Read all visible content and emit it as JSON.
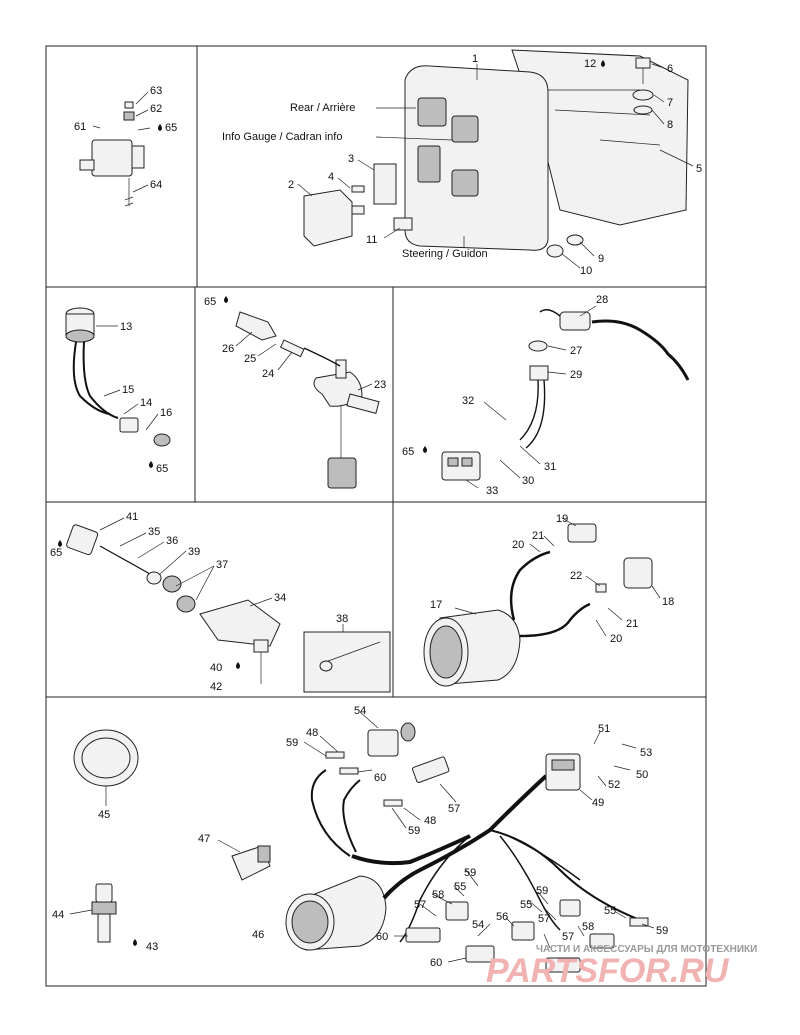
{
  "labels": {
    "rear": "Rear / Arrière",
    "info_gauge": "Info Gauge / Cadran info",
    "steering": "Steering / Guidon"
  },
  "callouts": {
    "c1": "1",
    "c2": "2",
    "c3": "3",
    "c4": "4",
    "c5": "5",
    "c6": "6",
    "c7": "7",
    "c8": "8",
    "c9": "9",
    "c10": "10",
    "c11": "11",
    "c12": "12",
    "c13": "13",
    "c14": "14",
    "c15": "15",
    "c16": "16",
    "c17": "17",
    "c18": "18",
    "c19": "19",
    "c20": "20",
    "c21": "21",
    "c22": "22",
    "c23": "23",
    "c24": "24",
    "c25": "25",
    "c26": "26",
    "c27": "27",
    "c28": "28",
    "c29": "29",
    "c30": "30",
    "c31": "31",
    "c32": "32",
    "c33": "33",
    "c34": "34",
    "c35": "35",
    "c36": "36",
    "c37": "37",
    "c38": "38",
    "c39": "39",
    "c40": "40",
    "c41": "41",
    "c42": "42",
    "c43": "43",
    "c44": "44",
    "c45": "45",
    "c46": "46",
    "c47": "47",
    "c48": "48",
    "c49": "49",
    "c50": "50",
    "c51": "51",
    "c52": "52",
    "c53": "53",
    "c54": "54",
    "c55": "55",
    "c56": "56",
    "c57": "57",
    "c58": "58",
    "c59": "59",
    "c60": "60",
    "c61": "61",
    "c62": "62",
    "c63": "63",
    "c64": "64",
    "c65": "65"
  },
  "watermark": {
    "top_text": "ЧАСТИ И АКСЕССУАРЫ ДЛЯ МОТОТЕХНИКИ",
    "brand": "PARTSFOR.RU"
  }
}
